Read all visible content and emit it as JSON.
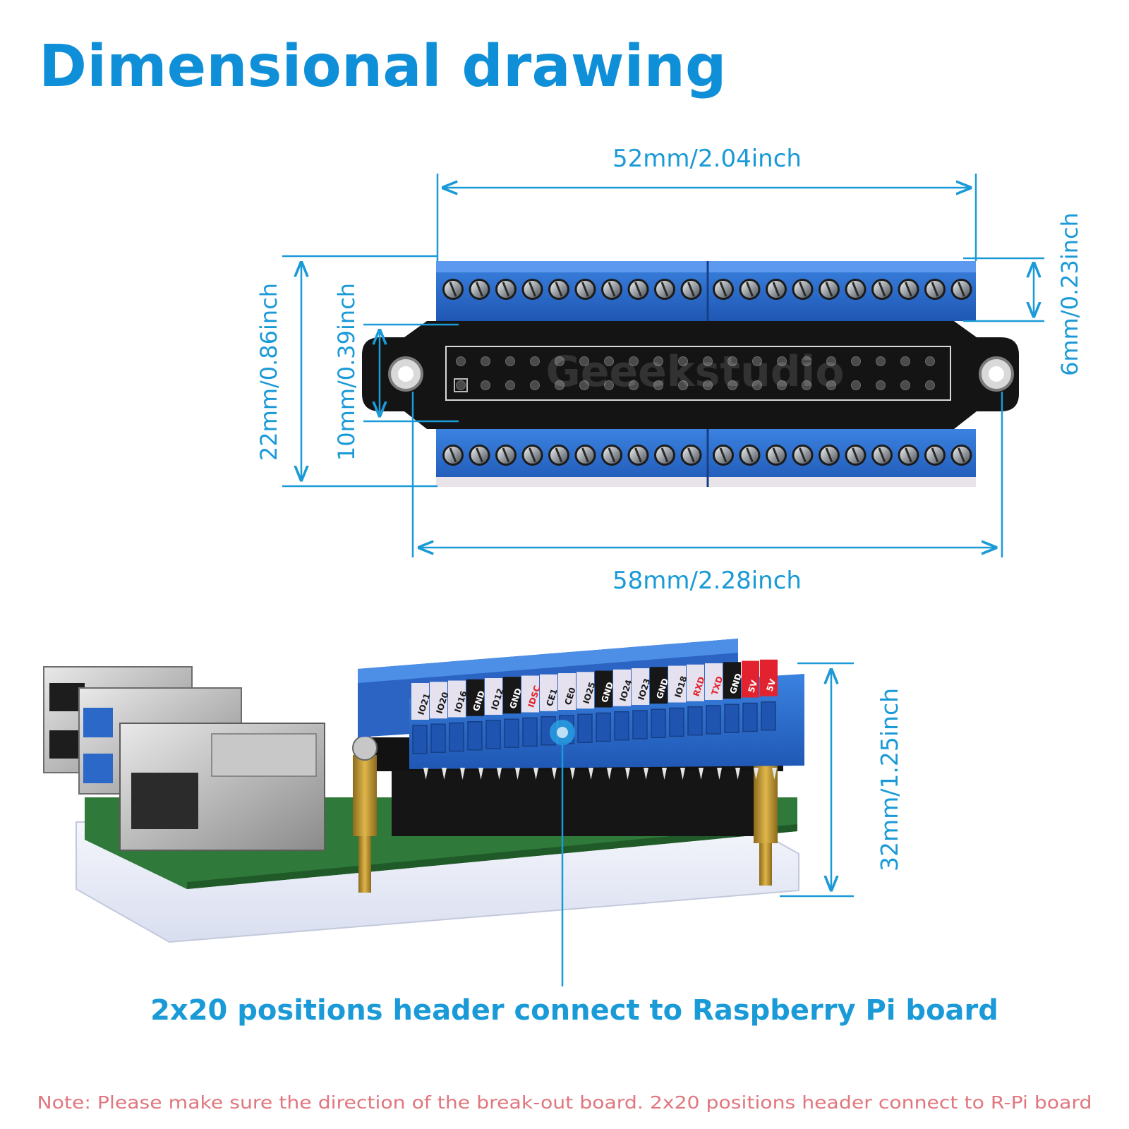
{
  "title": "Dimensional drawing",
  "dimensions": {
    "width_top": "52mm/2.04inch",
    "width_bottom": "58mm/2.28inch",
    "height_total": "22mm/0.86inch",
    "header_height": "10mm/0.39inch",
    "terminal_height": "6mm/0.23inch",
    "stack_height": "32mm/1.25inch"
  },
  "watermark": "Geeekstudio",
  "pin_labels": [
    "IO21",
    "IO20",
    "IO16",
    "GND",
    "IO12",
    "GND",
    "IDSC",
    "CE1",
    "CE0",
    "IO25",
    "GND",
    "IO24",
    "IO23",
    "GND",
    "IO18",
    "RXD",
    "TXD",
    "GND",
    "5V",
    "5V"
  ],
  "caption": "2x20 positions header connect to Raspberry Pi board",
  "note": "Note: Please make sure the direction of the break-out board. 2x20 positions header connect to R-Pi board",
  "colors": {
    "accent": "#1a9ad7",
    "title": "#0e8fd8",
    "terminal_blue": "#2f6fd0",
    "pcb_black": "#141414",
    "note": "#e0777f",
    "label_red": "#e2232f"
  }
}
